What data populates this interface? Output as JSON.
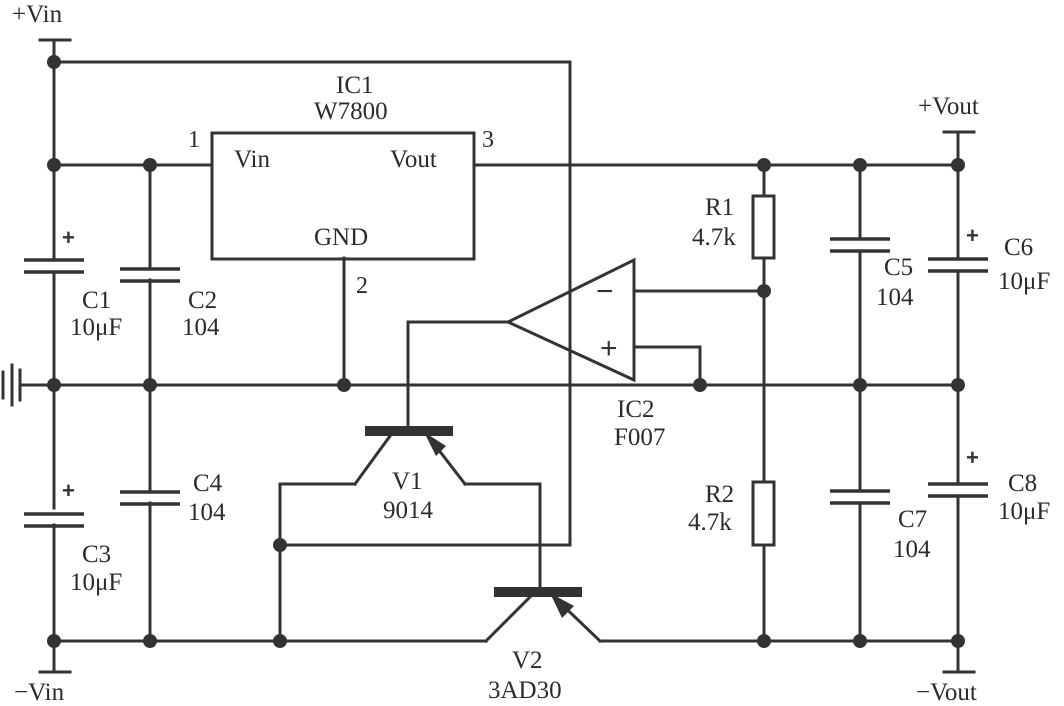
{
  "title": "W7800 positive/negative output regulated supply with F007 op-amp and transistor",
  "rails": {
    "vin_pos": "+Vin",
    "vin_neg": "−Vin",
    "vout_pos": "+Vout",
    "vout_neg": "−Vout"
  },
  "ic1": {
    "ref": "IC1",
    "part": "W7800",
    "pin_vin": "Vin",
    "pin_vout": "Vout",
    "pin_gnd": "GND",
    "pin1": "1",
    "pin2": "2",
    "pin3": "3"
  },
  "ic2": {
    "ref": "IC2",
    "part": "F007",
    "minus": "−",
    "plus": "+"
  },
  "components": {
    "c1": {
      "ref": "C1",
      "value": "10μF",
      "polarity": "+"
    },
    "c2": {
      "ref": "C2",
      "value": "104"
    },
    "c3": {
      "ref": "C3",
      "value": "10μF",
      "polarity": "+"
    },
    "c4": {
      "ref": "C4",
      "value": "104"
    },
    "c5": {
      "ref": "C5",
      "value": "104"
    },
    "c6": {
      "ref": "C6",
      "value": "10μF",
      "polarity": "+"
    },
    "c7": {
      "ref": "C7",
      "value": "104"
    },
    "c8": {
      "ref": "C8",
      "value": "10μF",
      "polarity": "+"
    },
    "r1": {
      "ref": "R1",
      "value": "4.7k"
    },
    "r2": {
      "ref": "R2",
      "value": "4.7k"
    },
    "v1": {
      "ref": "V1",
      "part": "9014"
    },
    "v2": {
      "ref": "V2",
      "part": "3AD30"
    }
  },
  "colors": {
    "wire": "#333333",
    "background": "#ffffff"
  }
}
